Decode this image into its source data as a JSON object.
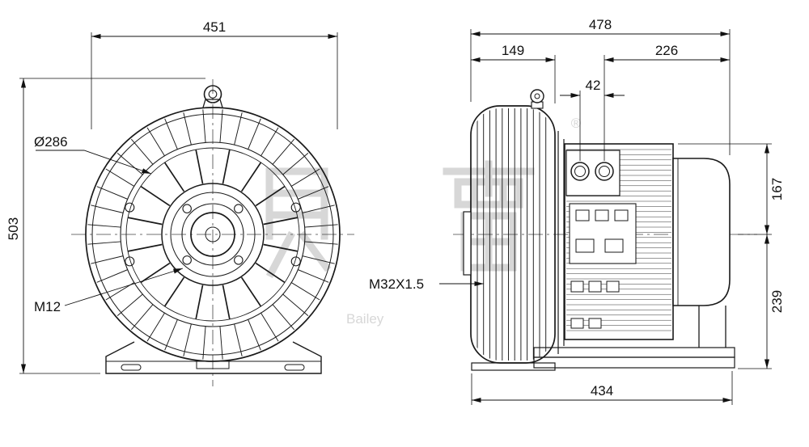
{
  "watermark": {
    "cjk": "贝雷",
    "registered": "®",
    "latin": "Bailey"
  },
  "front_view": {
    "width": "451",
    "height": "503",
    "diameter": "Ø286",
    "thread": "M12"
  },
  "side_view": {
    "total_width": "478",
    "housing_depth": "149",
    "motor_section": "226",
    "gland_spacing": "42",
    "above_axis": "167",
    "below_axis": "239",
    "base_length": "434",
    "cable_gland_thread": "M32X1.5"
  }
}
